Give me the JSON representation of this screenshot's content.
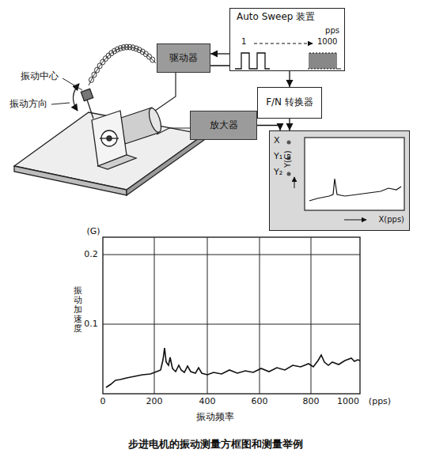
{
  "diagram": {
    "caption": "步进电机的振动测量方框图和测量举例",
    "nodes": [
      {
        "text": [
          "Auto Sweep 装置",
          "pps",
          "1",
          "1000"
        ]
      },
      {
        "text": [
          "驱动器"
        ]
      },
      {
        "text": [
          "F/N 转换器"
        ]
      },
      {
        "text": [
          "放大器"
        ]
      },
      {
        "text": [
          "X",
          "Y₁",
          "Y₂",
          "Y(G)",
          "X(pps)"
        ]
      }
    ],
    "edges": [
      {
        "from": 0,
        "to": 1,
        "arrow": "to"
      },
      {
        "from": 1,
        "to": 2,
        "arrow": "to"
      },
      {
        "from": 2,
        "to": 4,
        "arrow": "to"
      },
      {
        "from": 3,
        "to": 4,
        "arrow": "to"
      }
    ],
    "labels": [
      "振动中心",
      "振动方向",
      "(G)",
      "0.2",
      "0.1",
      "振动加速度",
      "0",
      "200",
      "400",
      "600",
      "800",
      "1000",
      "(pps)",
      "振动频率"
    ]
  }
}
